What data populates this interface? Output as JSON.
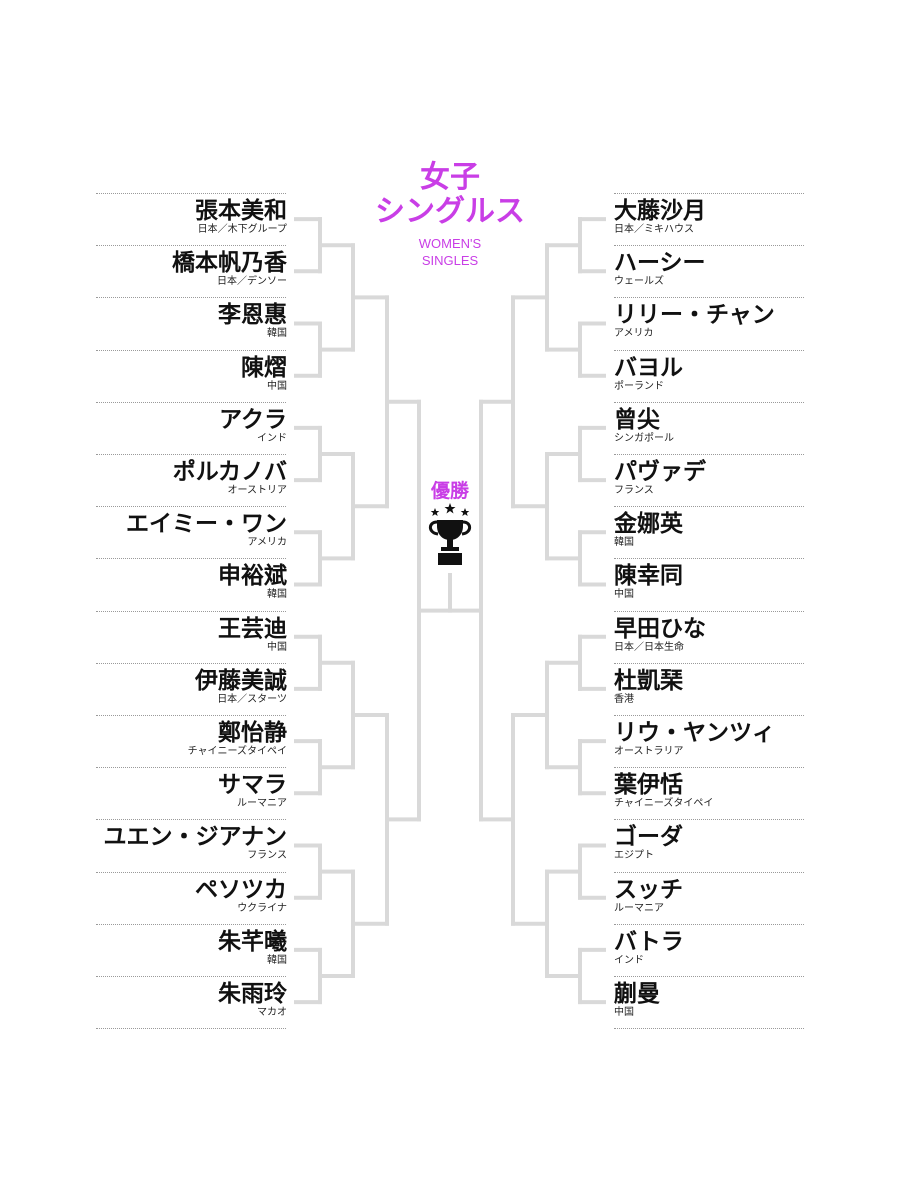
{
  "title": {
    "jp_line1": "女子",
    "jp_line2": "シングルス",
    "en_line1": "WOMEN'S",
    "en_line2": "SINGLES"
  },
  "winner_label": "優勝",
  "colors": {
    "accent": "#c93ee6",
    "bracket_line": "#d9d9d9",
    "text": "#111111"
  },
  "icons": [
    "trophy-icon"
  ],
  "left_players": [
    {
      "name": "張本美和",
      "country": "日本／木下グループ"
    },
    {
      "name": "橋本帆乃香",
      "country": "日本／デンソー"
    },
    {
      "name": "李恩惠",
      "country": "韓国"
    },
    {
      "name": "陳熠",
      "country": "中国"
    },
    {
      "name": "アクラ",
      "country": "インド"
    },
    {
      "name": "ポルカノバ",
      "country": "オーストリア"
    },
    {
      "name": "エイミー・ワン",
      "country": "アメリカ"
    },
    {
      "name": "申裕斌",
      "country": "韓国"
    },
    {
      "name": "王芸迪",
      "country": "中国"
    },
    {
      "name": "伊藤美誠",
      "country": "日本／スターツ"
    },
    {
      "name": "鄭怡静",
      "country": "チャイニーズタイペイ"
    },
    {
      "name": "サマラ",
      "country": "ルーマニア"
    },
    {
      "name": "ユエン・ジアナン",
      "country": "フランス"
    },
    {
      "name": "ペソツカ",
      "country": "ウクライナ"
    },
    {
      "name": "朱芊曦",
      "country": "韓国"
    },
    {
      "name": "朱雨玲",
      "country": "マカオ"
    }
  ],
  "right_players": [
    {
      "name": "大藤沙月",
      "country": "日本／ミキハウス"
    },
    {
      "name": "ハーシー",
      "country": "ウェールズ"
    },
    {
      "name": "リリー・チャン",
      "country": "アメリカ"
    },
    {
      "name": "バヨル",
      "country": "ポーランド"
    },
    {
      "name": "曾尖",
      "country": "シンガポール"
    },
    {
      "name": "パヴァデ",
      "country": "フランス"
    },
    {
      "name": "金娜英",
      "country": "韓国"
    },
    {
      "name": "陳幸同",
      "country": "中国"
    },
    {
      "name": "早田ひな",
      "country": "日本／日本生命"
    },
    {
      "name": "杜凱琹",
      "country": "香港"
    },
    {
      "name": "リウ・ヤンツィ",
      "country": "オーストラリア"
    },
    {
      "name": "葉伊恬",
      "country": "チャイニーズタイペイ"
    },
    {
      "name": "ゴーダ",
      "country": "エジプト"
    },
    {
      "name": "スッチ",
      "country": "ルーマニア"
    },
    {
      "name": "バトラ",
      "country": "インド"
    },
    {
      "name": "蒯曼",
      "country": "中国"
    }
  ]
}
